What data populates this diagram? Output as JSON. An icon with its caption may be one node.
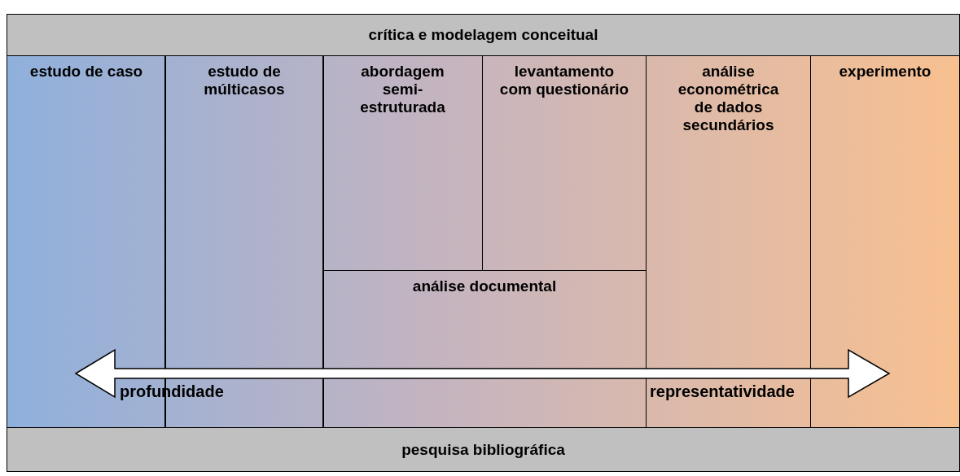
{
  "diagram": {
    "nodes": [
      {
        "text": [
          "crítica e modelagem conceitual"
        ]
      },
      {
        "text": [
          "estudo de caso"
        ]
      },
      {
        "text": [
          "estudo de múlticasos"
        ]
      },
      {
        "text": [
          "abordagem semi-estruturada"
        ]
      },
      {
        "text": [
          "levantamento com questionário"
        ]
      },
      {
        "text": [
          "análise econométrica de dados secundários"
        ]
      },
      {
        "text": [
          "experimento"
        ]
      },
      {
        "text": [
          "análise documental"
        ]
      },
      {
        "text": [
          "pesquisa bibliográfica"
        ]
      }
    ],
    "labels": [
      "profundidade",
      "representatividade"
    ]
  }
}
